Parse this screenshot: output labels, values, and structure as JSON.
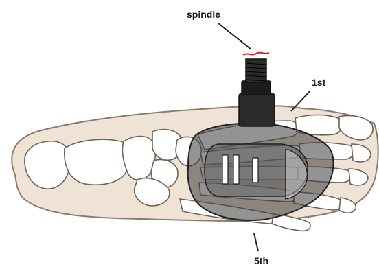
{
  "labels": {
    "spindle": "spindle",
    "first": "1st",
    "fifth": "5th"
  },
  "colors": {
    "skin": "#efe3d6",
    "skin_outline": "#8a7a6b",
    "bone": "#ffffff",
    "bone_outline": "#6e6258",
    "pedal": "#3a3a3a",
    "spindle": "#1c1c1c",
    "spindle_mark": "#e01b24",
    "leader": "#222222"
  }
}
